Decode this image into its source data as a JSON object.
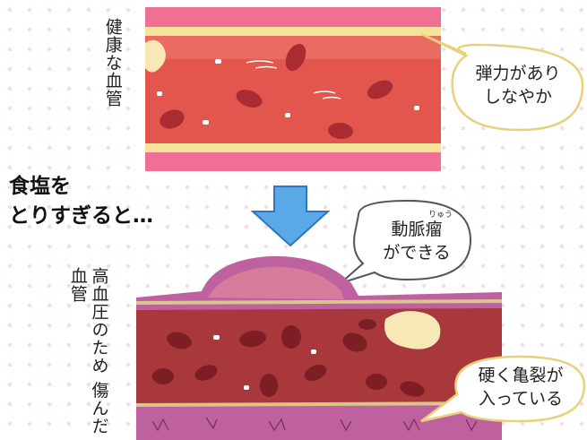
{
  "healthy_label": "健康な血管",
  "healthy_bubble": {
    "line1": "弾力があり",
    "line2": "しなやか"
  },
  "heading": {
    "line1": "食塩を",
    "line2": "とりすぎると…"
  },
  "damaged_label": {
    "col1": "高血圧のため",
    "col2": "傷んだ血管"
  },
  "aneurysm_bubble": {
    "line1": "動脈瘤",
    "ruby": "りゅう",
    "line2": "ができる"
  },
  "crack_bubble": {
    "line1": "硬く亀裂が",
    "line2": "入っている"
  },
  "colors": {
    "vessel_wall": "#f06f95",
    "vessel_lumen": "#e2564e",
    "yellow_band": "#f6e39a",
    "damaged_wall": "#c0619f",
    "damaged_lumen": "#a9383c",
    "cell": "#a92c32",
    "arrow": "#5aa9e6"
  }
}
